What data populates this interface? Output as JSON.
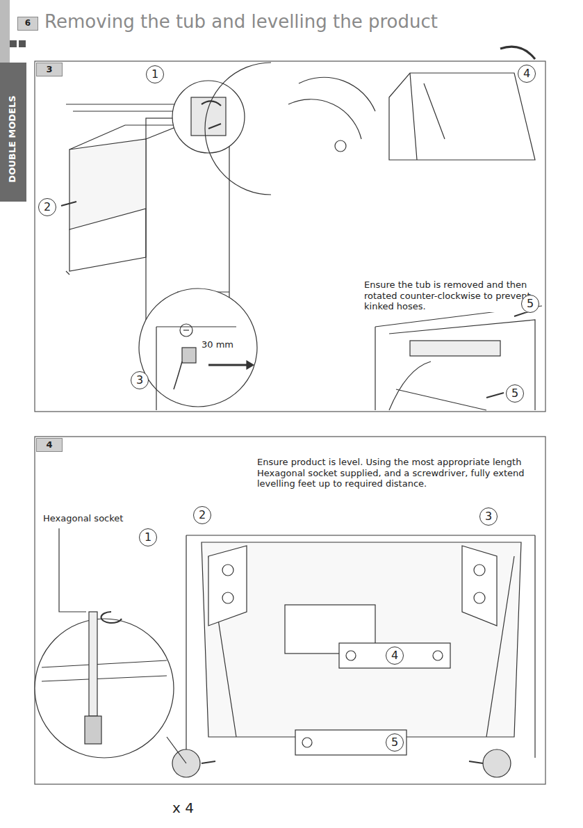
{
  "diagram": {
    "title": "Removing the tub and levelling the product",
    "labels": [
      "6",
      "DOUBLE MODELS",
      "3",
      "1",
      "2",
      "30 mm",
      "3",
      "4",
      "Ensure the tub is removed and then rotated counter-clockwise to prevent kinked hoses.",
      "5",
      "5",
      "4",
      "Ensure product is level. Using the most appropriate length Hexagonal socket supplied, and a screwdriver, fully extend levelling feet up to required distance.",
      "Hexagonal socket",
      "1",
      "2",
      "3",
      "4",
      "5",
      "x 4"
    ]
  }
}
